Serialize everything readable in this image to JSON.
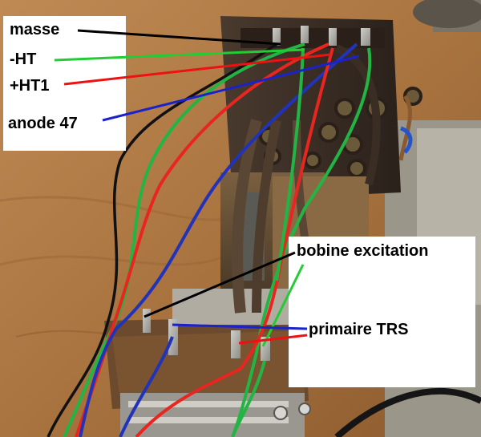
{
  "photo": {
    "subject": "vintage-radio-chassis-wiring",
    "colors": {
      "wood": "#b07a4a",
      "metal": "#3a2e26",
      "wire_black": "#111111",
      "wire_green": "#22b544",
      "wire_red": "#e8261f",
      "wire_blue": "#2233bb",
      "wire_brown": "#6b4a2e"
    }
  },
  "labels": {
    "masse": "masse",
    "minus_ht": "-HT",
    "plus_ht1": "+HT1",
    "anode_47": "anode 47",
    "bobine_excitation": "bobine excitation",
    "primaire_trs": "primaire TRS"
  },
  "pointer_colors": {
    "masse": "#000000",
    "minus_ht": "#22cc33",
    "plus_ht1": "#ee1111",
    "anode_47": "#1a22cc",
    "bobine_excitation": "#000000",
    "bobine_excitation_2": "#22cc33",
    "primaire_trs_blue": "#1a22cc",
    "primaire_trs_red": "#ee1111"
  }
}
